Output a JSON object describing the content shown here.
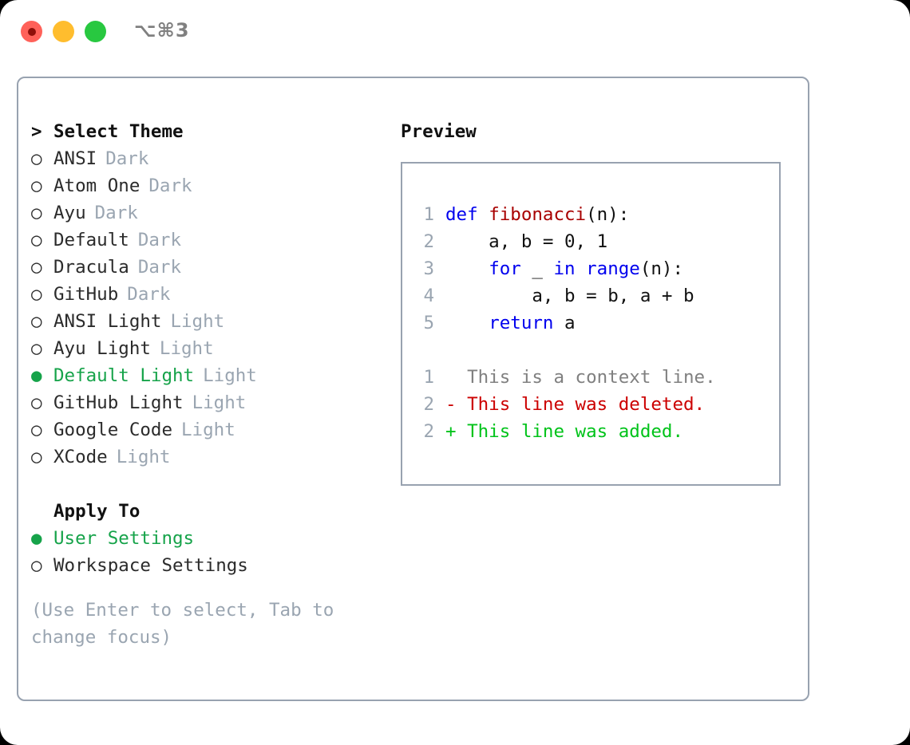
{
  "window": {
    "shortcut": "⌥⌘3",
    "traffic_lights": [
      {
        "name": "close",
        "color": "#ff6159"
      },
      {
        "name": "minimize",
        "color": "#ffbd2e"
      },
      {
        "name": "maximize",
        "color": "#28c840"
      }
    ]
  },
  "theme_picker": {
    "header": {
      "marker": ">",
      "label": "Select Theme"
    },
    "items": [
      {
        "marker": "○",
        "label": "ANSI",
        "variant": "Dark",
        "selected": false
      },
      {
        "marker": "○",
        "label": "Atom One",
        "variant": "Dark",
        "selected": false
      },
      {
        "marker": "○",
        "label": "Ayu",
        "variant": "Dark",
        "selected": false
      },
      {
        "marker": "○",
        "label": "Default",
        "variant": "Dark",
        "selected": false
      },
      {
        "marker": "○",
        "label": "Dracula",
        "variant": "Dark",
        "selected": false
      },
      {
        "marker": "○",
        "label": "GitHub",
        "variant": "Dark",
        "selected": false
      },
      {
        "marker": "○",
        "label": "ANSI Light",
        "variant": "Light",
        "selected": false
      },
      {
        "marker": "○",
        "label": "Ayu Light",
        "variant": "Light",
        "selected": false
      },
      {
        "marker": "●",
        "label": "Default Light",
        "variant": "Light",
        "selected": true
      },
      {
        "marker": "○",
        "label": "GitHub Light",
        "variant": "Light",
        "selected": false
      },
      {
        "marker": "○",
        "label": "Google Code",
        "variant": "Light",
        "selected": false
      },
      {
        "marker": "○",
        "label": "XCode",
        "variant": "Light",
        "selected": false
      }
    ],
    "apply_to": {
      "header": "Apply To",
      "options": [
        {
          "marker": "●",
          "label": "User Settings",
          "selected": true
        },
        {
          "marker": "○",
          "label": "Workspace Settings",
          "selected": false
        }
      ]
    },
    "hint": "(Use Enter to select, Tab to change focus)"
  },
  "preview": {
    "title": "Preview",
    "code_lines": [
      {
        "no": "1",
        "tokens": [
          {
            "t": "def ",
            "c": "kw"
          },
          {
            "t": "fibonacci",
            "c": "fn"
          },
          {
            "t": "(n):",
            "c": "plain"
          }
        ]
      },
      {
        "no": "2",
        "tokens": [
          {
            "t": "    a, b = 0, 1",
            "c": "plain"
          }
        ]
      },
      {
        "no": "3",
        "tokens": [
          {
            "t": "    ",
            "c": "plain"
          },
          {
            "t": "for",
            "c": "kw"
          },
          {
            "t": " _ ",
            "c": "plain"
          },
          {
            "t": "in",
            "c": "kw"
          },
          {
            "t": " ",
            "c": "plain"
          },
          {
            "t": "range",
            "c": "kw"
          },
          {
            "t": "(n):",
            "c": "plain"
          }
        ]
      },
      {
        "no": "4",
        "tokens": [
          {
            "t": "        a, b = b, a + b",
            "c": "plain"
          }
        ]
      },
      {
        "no": "5",
        "tokens": [
          {
            "t": "    ",
            "c": "plain"
          },
          {
            "t": "return",
            "c": "kw"
          },
          {
            "t": " a",
            "c": "plain"
          }
        ]
      }
    ],
    "diff_lines": [
      {
        "no": "1",
        "tokens": [
          {
            "t": "  This is a context line.",
            "c": "ctx"
          }
        ]
      },
      {
        "no": "2",
        "tokens": [
          {
            "t": "- This line was deleted.",
            "c": "del"
          }
        ]
      },
      {
        "no": "2",
        "tokens": [
          {
            "t": "+ This line was added.",
            "c": "add"
          }
        ]
      }
    ]
  },
  "colors": {
    "selected_green": "#16a34a",
    "muted_gray": "#9aa5b1",
    "border": "#98a2b0",
    "keyword_blue": "#0000ee",
    "function_red": "#a80000",
    "diff_deleted": "#cc0000",
    "diff_added": "#00c31a",
    "diff_context": "#808080"
  }
}
